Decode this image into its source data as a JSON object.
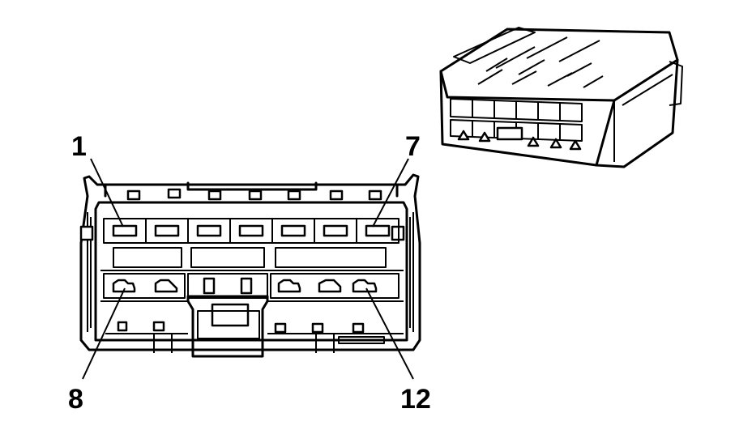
{
  "diagram": {
    "type": "connector-pinout",
    "views": [
      "face-view",
      "isometric-view"
    ],
    "callouts": [
      {
        "id": "c1",
        "text": "1"
      },
      {
        "id": "c7",
        "text": "7"
      },
      {
        "id": "c8",
        "text": "8"
      },
      {
        "id": "c12",
        "text": "12"
      }
    ]
  }
}
